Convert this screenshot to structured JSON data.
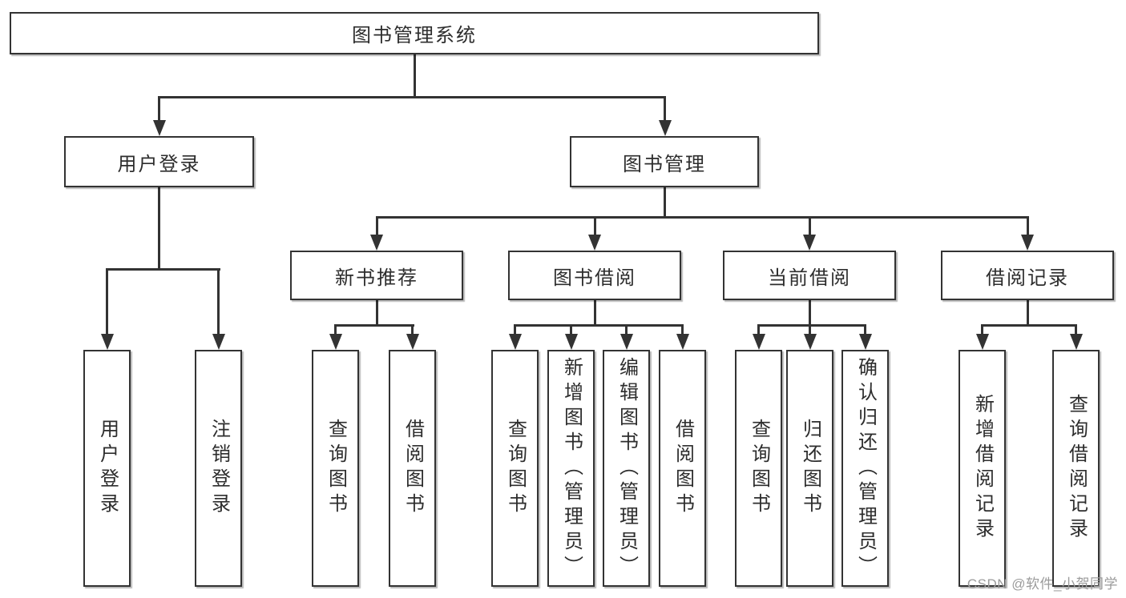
{
  "colors": {
    "line": "#333333",
    "text": "#2d2d2d",
    "box_background": "#ffffff",
    "watermark": "#9b9b9b",
    "background": "#ffffff"
  },
  "watermark": "CSDN @软件_小贺同学",
  "tree": {
    "root": "图书管理系统",
    "branches": [
      {
        "label": "用户登录",
        "children": [
          "用户登录",
          "注销登录"
        ]
      },
      {
        "label": "图书管理",
        "children": [
          {
            "label": "新书推荐",
            "children": [
              "查询图书",
              "借阅图书"
            ]
          },
          {
            "label": "图书借阅",
            "children": [
              "查询图书",
              "新增图书（管理员）",
              "编辑图书（管理员）",
              "借阅图书"
            ]
          },
          {
            "label": "当前借阅",
            "children": [
              "查询图书",
              "归还图书",
              "确认归还（管理员）"
            ]
          },
          {
            "label": "借阅记录",
            "children": [
              "新增借阅记录",
              "查询借阅记录"
            ]
          }
        ]
      }
    ]
  }
}
